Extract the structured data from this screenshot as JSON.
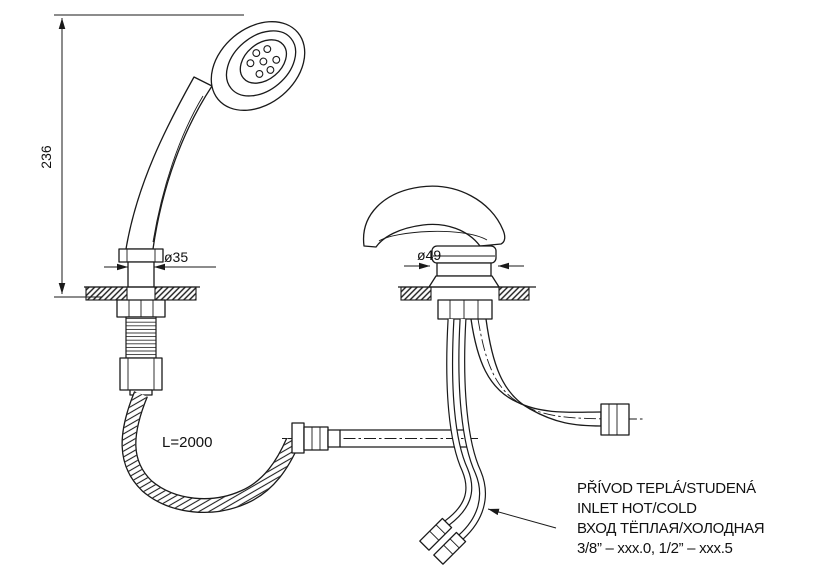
{
  "drawing": {
    "labels": {
      "height": "236",
      "shower_shank_diameter": "ø35",
      "faucet_body_diameter": "ø49",
      "hose_length": "L=2000"
    },
    "notes": {
      "line1": "PŘÍVOD TEPLÁ/STUDENÁ",
      "line2": "INLET HOT/COLD",
      "line3": "ВХОД ТЁПЛАЯ/ХОЛОДНАЯ",
      "line4": "3/8” – xxx.0, 1/2” – xxx.5"
    }
  }
}
